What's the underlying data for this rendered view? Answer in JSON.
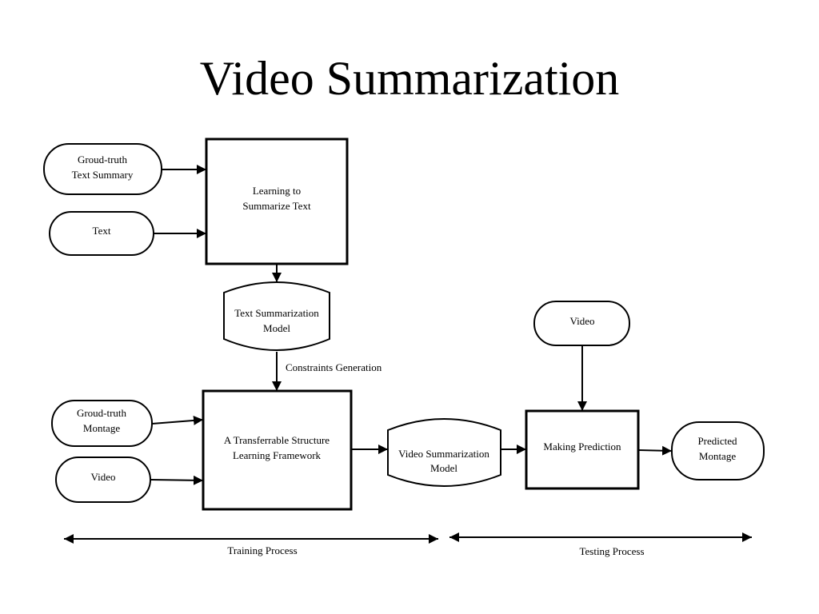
{
  "title": "Video Summarization",
  "diagram": {
    "nodes": {
      "gt_text_summary": {
        "lines": [
          "Groud-truth",
          "Text Summary"
        ],
        "shape": "rounded-rectangle"
      },
      "text": {
        "lines": [
          "Text"
        ],
        "shape": "rounded-rectangle"
      },
      "learning_summarize": {
        "lines": [
          "Learning to",
          "Summarize Text"
        ],
        "shape": "rectangle"
      },
      "text_summ_model": {
        "lines": [
          "Text Summarization",
          "Model"
        ],
        "shape": "stored-data"
      },
      "gt_montage": {
        "lines": [
          "Groud-truth",
          "Montage"
        ],
        "shape": "rounded-rectangle"
      },
      "video_train": {
        "lines": [
          "Video"
        ],
        "shape": "rounded-rectangle"
      },
      "transfer_framework": {
        "lines": [
          "A Transferrable Structure",
          "Learning Framework"
        ],
        "shape": "rectangle"
      },
      "video_summ_model": {
        "lines": [
          "Video Summarization",
          "Model"
        ],
        "shape": "stored-data"
      },
      "video_test": {
        "lines": [
          "Video"
        ],
        "shape": "rounded-rectangle"
      },
      "making_prediction": {
        "lines": [
          "Making Prediction"
        ],
        "shape": "rectangle"
      },
      "predicted_montage": {
        "lines": [
          "Predicted",
          "Montage"
        ],
        "shape": "rounded-rectangle"
      }
    },
    "edge_label": "Constraints Generation",
    "phases": {
      "training": "Training Process",
      "testing": "Testing Process"
    }
  },
  "colors": {
    "stroke": "#000000",
    "background": "#ffffff",
    "text": "#000000"
  }
}
